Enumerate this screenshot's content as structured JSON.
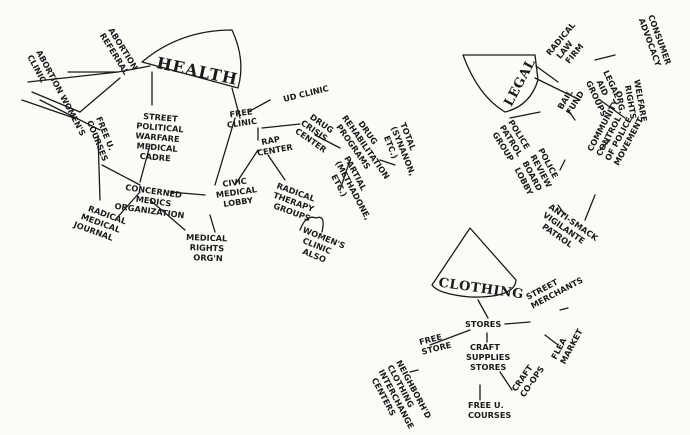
{
  "health": {
    "title": "HEALTH",
    "abortion_clinic": [
      "ABORTION WOMEN'S",
      "CLINIC"
    ],
    "abortion_referral": [
      "ABORTION",
      "REFERRAL"
    ],
    "free_u_courses": [
      "FREE U.",
      "COURSES"
    ],
    "street_political": [
      "STREET",
      "POLITICAL",
      "WARFARE",
      "MEDICAL",
      "CADRE"
    ],
    "concerned_medics": [
      "CONCERNED",
      "MEDICS",
      "ORGANIZATION"
    ],
    "radical_journal": [
      "RADICAL",
      "MEDICAL",
      "JOURNAL"
    ],
    "medical_rights": [
      "MEDICAL",
      "RIGHTS",
      "ORG'N"
    ],
    "civic_lobby": [
      "CIVIC",
      "MEDICAL",
      "LOBBY"
    ],
    "free_clinic": [
      "FREE",
      "CLINIC"
    ],
    "ud_clinic": "UD CLINIC",
    "rap_center": [
      "RAP",
      "CENTER"
    ],
    "radical_therapy": [
      "RADICAL",
      "THERAPY",
      "GROUPS"
    ],
    "womens_clinic": [
      "WOMEN'S",
      "CLINIC",
      "ALSO"
    ],
    "drug_crisis": [
      "DRUG",
      "CRISIS",
      "CENTER"
    ],
    "drug_rehab": [
      "DRUG",
      "REHABILITATION",
      "PROGRAMS"
    ],
    "partial": [
      "PARTIAL",
      "(METHADONE,",
      "ETC.)"
    ],
    "total": [
      "TOTAL",
      "(SYNANON,",
      "ETC.)"
    ]
  },
  "legal": {
    "title": "LEGAL",
    "radical_law": [
      "RADICAL",
      "LAW",
      "FIRM"
    ],
    "legal_aid": [
      "LEGAL",
      "AID",
      "GROUPS"
    ],
    "consumer": [
      "CONSUMER",
      "ADVOCACY"
    ],
    "welfare": [
      "WELFARE",
      "RIGHTS",
      "ORG."
    ],
    "bail_fund": [
      "BAIL",
      "FUND"
    ],
    "police_patrol": [
      "POLICE",
      "PATROL",
      "GROUP"
    ],
    "review_board": [
      "POLICE",
      "REVIEW",
      "BOARD",
      "LOBBY"
    ],
    "community_control": [
      "COMMUNITY",
      "CONTROL",
      "OF POLICE",
      "MOVEMENT"
    ],
    "vigilante": [
      "ANTI-SMACK",
      "VIGILANTE",
      "PATROL"
    ]
  },
  "clothing": {
    "title": "CLOTHING",
    "stores": "STORES",
    "street_merchants": [
      "STREET",
      "MERCHANTS"
    ],
    "flea_market": [
      "FLEA",
      "MARKET"
    ],
    "free_store": [
      "FREE",
      "STORE"
    ],
    "craft_supplies": [
      "CRAFT",
      "SUPPLIES",
      "STORES"
    ],
    "exchange": [
      "NEIGHBORH'D",
      "CLOTHING",
      "INTERCHANGE",
      "CENTERS"
    ],
    "free_u": [
      "FREE U.",
      "COURSES"
    ],
    "craft_coops": [
      "CRAFT",
      "CO-OPS"
    ]
  }
}
